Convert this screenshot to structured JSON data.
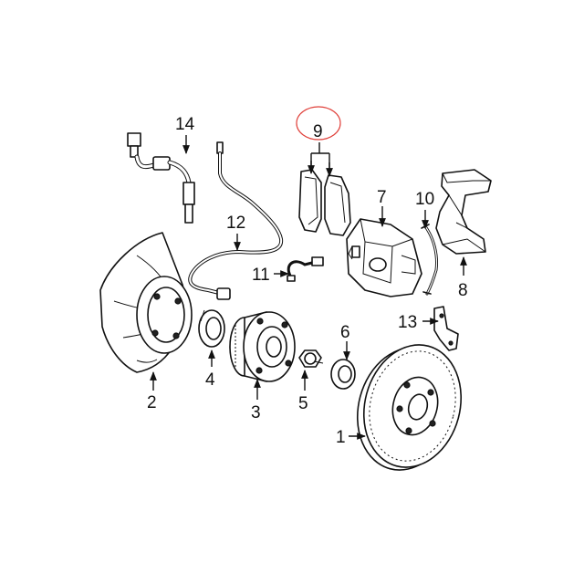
{
  "callouts": {
    "c1": "1",
    "c2": "2",
    "c3": "3",
    "c4": "4",
    "c5": "5",
    "c6": "6",
    "c7": "7",
    "c8": "8",
    "c9": "9",
    "c10": "10",
    "c11": "11",
    "c12": "12",
    "c13": "13",
    "c14": "14"
  },
  "highlight": {
    "target": "9",
    "color": "#e0403a"
  }
}
